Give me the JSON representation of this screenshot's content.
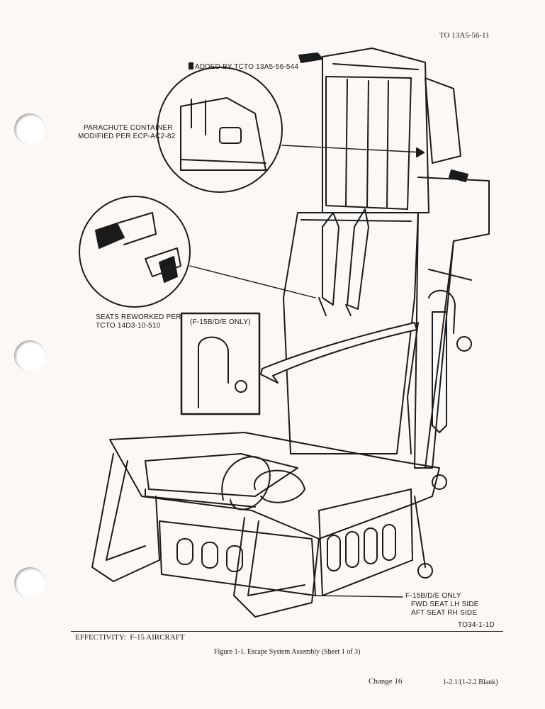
{
  "header": {
    "doc_number": "TO 13A5-56-11"
  },
  "callouts": {
    "added_by": "ADDED BY TCTO 13A5-56-544",
    "parachute_line1": "PARACHUTE CONTAINER",
    "parachute_line2": "MODIFIED PER ECP-AC2-82",
    "seats_line1": "SEATS REWORKED PER",
    "seats_line2": "TCTO 14D3-10-510",
    "inset_label": "(F-15B/D/E ONLY)",
    "fwd_line1": "F-15B/D/E ONLY",
    "fwd_line2": "FWD SEAT LH SIDE",
    "fwd_line3": "AFT SEAT RH SIDE"
  },
  "drawing_id": "TO34-1-1D",
  "effectivity": "EFFECTIVITY:  F-15 AIRCRAFT",
  "figure_caption": "Figure 1-1. Escape System Assembly (Sheet 1 of 3)",
  "footer": {
    "change": "Change 16",
    "page": "1-2.1/(1-2.2 Blank)"
  }
}
